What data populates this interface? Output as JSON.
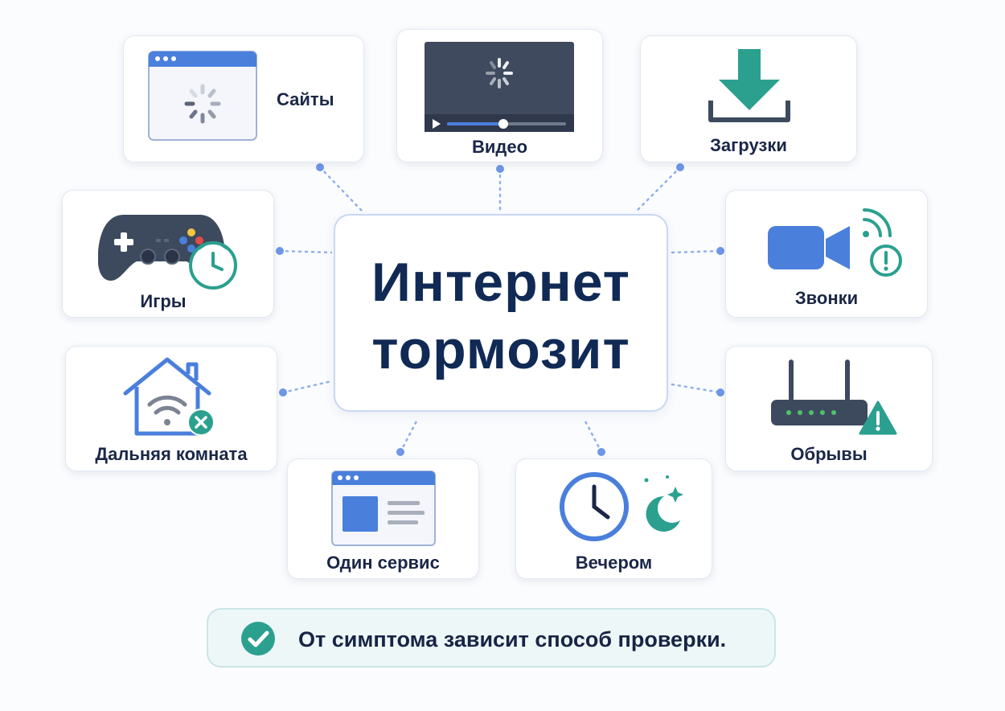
{
  "title": {
    "line1": "Интернет",
    "line2": "тормозит"
  },
  "nodes": {
    "sites": "Сайты",
    "video": "Видео",
    "downloads": "Загрузки",
    "games": "Игры",
    "calls": "Звонки",
    "far_room": "Дальняя комната",
    "dropouts": "Обрывы",
    "one_service": "Один сервис",
    "evening": "Вечером"
  },
  "note": {
    "text": "От симптома зависит способ проверки.",
    "icon": "check-circle-icon"
  },
  "icons": [
    "browser-loading-icon",
    "video-player-icon",
    "download-icon",
    "gamepad-icon",
    "clock-icon",
    "video-camera-icon",
    "wifi-signal-icon",
    "alert-icon",
    "house-wifi-icon",
    "close-icon",
    "router-icon",
    "warning-icon",
    "browser-window-icon",
    "moon-icon"
  ],
  "colors": {
    "primary_blue": "#4a7fdc",
    "dark_navy": "#1a2747",
    "slate": "#3d4a5e",
    "teal": "#2ba08f",
    "connector": "#8fb0ec"
  }
}
